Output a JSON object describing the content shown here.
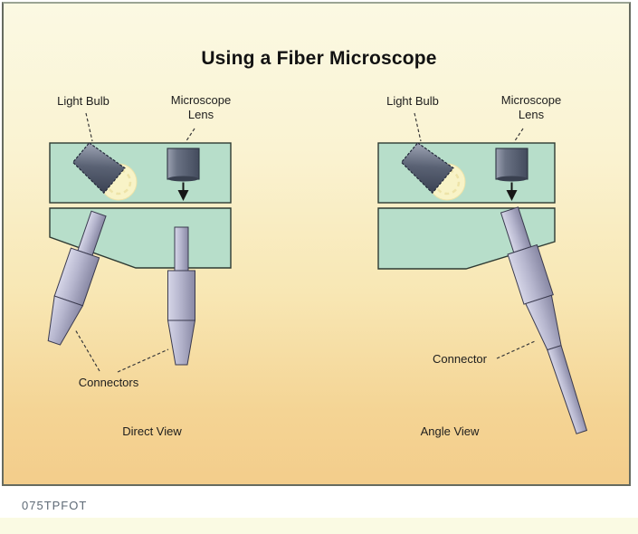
{
  "figure": {
    "title": "Using a Fiber Microscope",
    "code": "075TPFOT"
  },
  "direct_view": {
    "light_bulb_label": "Light Bulb",
    "lens_label_line1": "Microscope",
    "lens_label_line2": "Lens",
    "connectors_label": "Connectors",
    "caption": "Direct View"
  },
  "angle_view": {
    "light_bulb_label": "Light Bulb",
    "lens_label_line1": "Microscope",
    "lens_label_line2": "Lens",
    "connector_label": "Connector",
    "caption": "Angle View"
  },
  "colors": {
    "housing_fill": "#B7DECA",
    "housing_border": "#2E3A33",
    "glow_fill": "#F8F3C7",
    "metal_dark": "#3E4556",
    "metal_light": "#A8AEBE",
    "connector_light": "#D6D6E8",
    "connector_dark": "#8888A4",
    "background_top": "#FBF9E3",
    "background_bottom": "#F3CD8B",
    "bottom_strip": "#FAFAE3",
    "code_text": "#5E6A76",
    "label_text": "#1D1D1D"
  }
}
